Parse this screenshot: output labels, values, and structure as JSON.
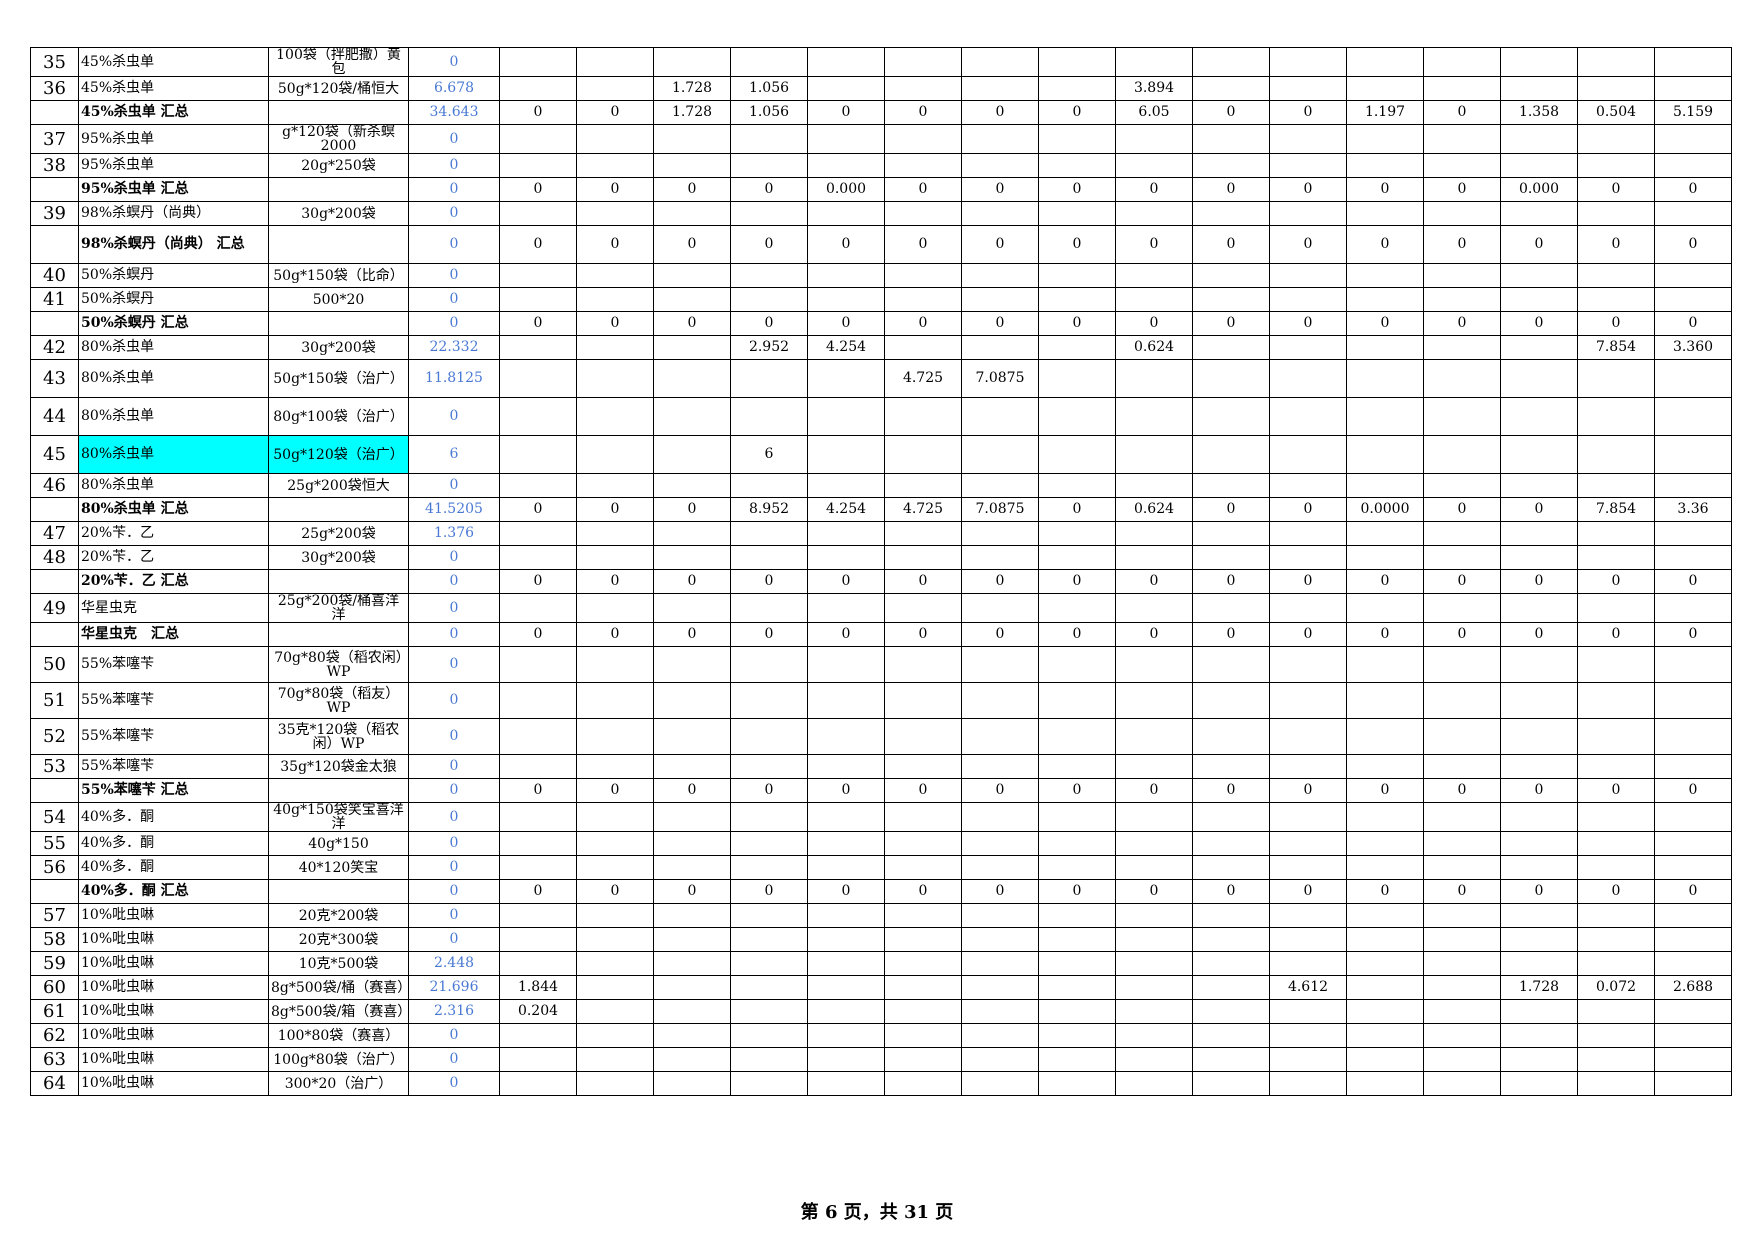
{
  "rows": [
    {
      "h": 26,
      "no": "35",
      "name": "45%杀虫单",
      "spec": "100袋（拌肥撒）黄包",
      "total": "0",
      "v": [
        "",
        "",
        "",
        "",
        "",
        "",
        "",
        "",
        "",
        "",
        "",
        "",
        "",
        "",
        "",
        "",
        ""
      ]
    },
    {
      "h": 26,
      "no": "36",
      "name": "45%杀虫单",
      "spec": "50g*120袋/桶恒大",
      "total": "6.678",
      "v": [
        "",
        "",
        "1.728",
        "1.056",
        "",
        "",
        "",
        "",
        "3.894",
        "",
        "",
        "",
        "",
        "",
        "",
        "",
        ""
      ]
    },
    {
      "h": 26,
      "no": "",
      "name": "45%杀虫单 汇总",
      "spec": "",
      "total": "34.643",
      "sum": true,
      "v": [
        "0",
        "0",
        "1.728",
        "1.056",
        "0",
        "0",
        "0",
        "0",
        "6.05",
        "0",
        "0",
        "1.197",
        "0",
        "1.358",
        "0.504",
        "5.159"
      ]
    },
    {
      "h": 26,
      "no": "37",
      "name": "95%杀虫单",
      "spec": "g*120袋（新杀螟2000",
      "total": "0",
      "v": [
        "",
        "",
        "",
        "",
        "",
        "",
        "",
        "",
        "",
        "",
        "",
        "",
        "",
        "",
        "",
        "",
        ""
      ]
    },
    {
      "h": 26,
      "no": "38",
      "name": "95%杀虫单",
      "spec": "20g*250袋",
      "total": "0",
      "v": [
        "",
        "",
        "",
        "",
        "",
        "",
        "",
        "",
        "",
        "",
        "",
        "",
        "",
        "",
        "",
        "",
        ""
      ]
    },
    {
      "h": 26,
      "no": "",
      "name": "95%杀虫单 汇总",
      "spec": "",
      "total": "0",
      "sum": true,
      "v": [
        "0",
        "0",
        "0",
        "0",
        "0.000",
        "0",
        "0",
        "0",
        "0",
        "0",
        "0",
        "0",
        "0",
        "0.000",
        "0",
        "0"
      ]
    },
    {
      "h": 26,
      "no": "39",
      "name": "98%杀螟丹（尚典）",
      "spec": "30g*200袋",
      "total": "0",
      "v": [
        "",
        "",
        "",
        "",
        "",
        "",
        "",
        "",
        "",
        "",
        "",
        "",
        "",
        "",
        "",
        "",
        ""
      ]
    },
    {
      "h": 40,
      "no": "",
      "name": "98%杀螟丹（尚典） 汇总",
      "spec": "",
      "total": "0",
      "sum": true,
      "v": [
        "0",
        "0",
        "0",
        "0",
        "0",
        "0",
        "0",
        "0",
        "0",
        "0",
        "0",
        "0",
        "0",
        "0",
        "0",
        "0"
      ]
    },
    {
      "h": 26,
      "no": "40",
      "name": "50%杀螟丹",
      "spec": "50g*150袋（比命）",
      "total": "0",
      "v": [
        "",
        "",
        "",
        "",
        "",
        "",
        "",
        "",
        "",
        "",
        "",
        "",
        "",
        "",
        "",
        "",
        ""
      ]
    },
    {
      "h": 26,
      "no": "41",
      "name": "50%杀螟丹",
      "spec": "500*20",
      "total": "0",
      "v": [
        "",
        "",
        "",
        "",
        "",
        "",
        "",
        "",
        "",
        "",
        "",
        "",
        "",
        "",
        "",
        "",
        ""
      ]
    },
    {
      "h": 26,
      "no": "",
      "name": "50%杀螟丹 汇总",
      "spec": "",
      "total": "0",
      "sum": true,
      "v": [
        "0",
        "0",
        "0",
        "0",
        "0",
        "0",
        "0",
        "0",
        "0",
        "0",
        "0",
        "0",
        "0",
        "0",
        "0",
        "0"
      ]
    },
    {
      "h": 26,
      "no": "42",
      "name": "80%杀虫单",
      "spec": "30g*200袋",
      "total": "22.332",
      "v": [
        "",
        "",
        "",
        "2.952",
        "4.254",
        "",
        "",
        "",
        "0.624",
        "",
        "",
        "",
        "",
        "",
        "7.854",
        "3.360"
      ]
    },
    {
      "h": 40,
      "no": "43",
      "name": "80%杀虫单",
      "spec": "50g*150袋（治广）",
      "total": "11.8125",
      "v": [
        "",
        "",
        "",
        "",
        "",
        "4.725",
        "7.0875",
        "",
        "",
        "",
        "",
        "",
        "",
        "",
        "",
        ""
      ]
    },
    {
      "h": 40,
      "no": "44",
      "name": "80%杀虫单",
      "spec": "80g*100袋（治广）",
      "total": "0",
      "v": [
        "",
        "",
        "",
        "",
        "",
        "",
        "",
        "",
        "",
        "",
        "",
        "",
        "",
        "",
        "",
        ""
      ]
    },
    {
      "h": 40,
      "no": "45",
      "name": "80%杀虫单",
      "spec": "50g*120袋（治广）",
      "total": "6",
      "hl": true,
      "v": [
        "",
        "",
        "",
        "6",
        "",
        "",
        "",
        "",
        "",
        "",
        "",
        "",
        "",
        "",
        "",
        ""
      ]
    },
    {
      "h": 26,
      "no": "46",
      "name": "80%杀虫单",
      "spec": "25g*200袋恒大",
      "total": "0",
      "v": [
        "",
        "",
        "",
        "",
        "",
        "",
        "",
        "",
        "",
        "",
        "",
        "",
        "",
        "",
        "",
        ""
      ]
    },
    {
      "h": 26,
      "no": "",
      "name": "80%杀虫单 汇总",
      "spec": "",
      "total": "41.5205",
      "sum": true,
      "v": [
        "0",
        "0",
        "0",
        "8.952",
        "4.254",
        "4.725",
        "7.0875",
        "0",
        "0.624",
        "0",
        "0",
        "0.0000",
        "0",
        "0",
        "7.854",
        "3.36"
      ]
    },
    {
      "h": 26,
      "no": "47",
      "name": "20%苄．乙",
      "spec": "25g*200袋",
      "total": "1.376",
      "v": [
        "",
        "",
        "",
        "",
        "",
        "",
        "",
        "",
        "",
        "",
        "",
        "",
        "",
        "",
        "",
        ""
      ]
    },
    {
      "h": 26,
      "no": "48",
      "name": "20%苄．乙",
      "spec": "30g*200袋",
      "total": "0",
      "v": [
        "",
        "",
        "",
        "",
        "",
        "",
        "",
        "",
        "",
        "",
        "",
        "",
        "",
        "",
        "",
        ""
      ]
    },
    {
      "h": 26,
      "no": "",
      "name": "20%苄．乙 汇总",
      "spec": "",
      "total": "0",
      "sum": true,
      "v": [
        "0",
        "0",
        "0",
        "0",
        "0",
        "0",
        "0",
        "0",
        "0",
        "0",
        "0",
        "0",
        "0",
        "0",
        "0",
        "0"
      ]
    },
    {
      "h": 26,
      "no": "49",
      "name": "华星虫克",
      "spec": "25g*200袋/桶喜洋洋",
      "total": "0",
      "v": [
        "",
        "",
        "",
        "",
        "",
        "",
        "",
        "",
        "",
        "",
        "",
        "",
        "",
        "",
        "",
        ""
      ]
    },
    {
      "h": 26,
      "no": "",
      "name": "华星虫克　汇总",
      "spec": "",
      "total": "0",
      "sum": true,
      "v": [
        "0",
        "0",
        "0",
        "0",
        "0",
        "0",
        "0",
        "0",
        "0",
        "0",
        "0",
        "0",
        "0",
        "0",
        "0",
        "0"
      ]
    },
    {
      "h": 38,
      "no": "50",
      "name": "55%苯噻苄",
      "spec": "70g*80袋（稻农闲）WP",
      "total": "0",
      "v": [
        "",
        "",
        "",
        "",
        "",
        "",
        "",
        "",
        "",
        "",
        "",
        "",
        "",
        "",
        "",
        ""
      ]
    },
    {
      "h": 38,
      "no": "51",
      "name": "55%苯噻苄",
      "spec": "70g*80袋（稻友）WP",
      "total": "0",
      "v": [
        "",
        "",
        "",
        "",
        "",
        "",
        "",
        "",
        "",
        "",
        "",
        "",
        "",
        "",
        "",
        ""
      ]
    },
    {
      "h": 38,
      "no": "52",
      "name": "55%苯噻苄",
      "spec": "35克*120袋（稻农闲）WP",
      "total": "0",
      "v": [
        "",
        "",
        "",
        "",
        "",
        "",
        "",
        "",
        "",
        "",
        "",
        "",
        "",
        "",
        "",
        ""
      ]
    },
    {
      "h": 26,
      "no": "53",
      "name": "55%苯噻苄",
      "spec": "35g*120袋金太狼",
      "total": "0",
      "v": [
        "",
        "",
        "",
        "",
        "",
        "",
        "",
        "",
        "",
        "",
        "",
        "",
        "",
        "",
        "",
        ""
      ]
    },
    {
      "h": 26,
      "no": "",
      "name": "55%苯噻苄 汇总",
      "spec": "",
      "total": "0",
      "sum": true,
      "v": [
        "0",
        "0",
        "0",
        "0",
        "0",
        "0",
        "0",
        "0",
        "0",
        "0",
        "0",
        "0",
        "0",
        "0",
        "0",
        "0"
      ]
    },
    {
      "h": 26,
      "no": "54",
      "name": "40%多．酮",
      "spec": "40g*150袋笑宝喜洋洋",
      "total": "0",
      "v": [
        "",
        "",
        "",
        "",
        "",
        "",
        "",
        "",
        "",
        "",
        "",
        "",
        "",
        "",
        "",
        ""
      ]
    },
    {
      "h": 26,
      "no": "55",
      "name": "40%多．酮",
      "spec": "40g*150",
      "total": "0",
      "v": [
        "",
        "",
        "",
        "",
        "",
        "",
        "",
        "",
        "",
        "",
        "",
        "",
        "",
        "",
        "",
        ""
      ]
    },
    {
      "h": 26,
      "no": "56",
      "name": "40%多．酮",
      "spec": "40*120笑宝",
      "total": "0",
      "v": [
        "",
        "",
        "",
        "",
        "",
        "",
        "",
        "",
        "",
        "",
        "",
        "",
        "",
        "",
        "",
        ""
      ]
    },
    {
      "h": 26,
      "no": "",
      "name": "40%多．酮 汇总",
      "spec": "",
      "total": "0",
      "sum": true,
      "v": [
        "0",
        "0",
        "0",
        "0",
        "0",
        "0",
        "0",
        "0",
        "0",
        "0",
        "0",
        "0",
        "0",
        "0",
        "0",
        "0"
      ]
    },
    {
      "h": 26,
      "no": "57",
      "name": "10%吡虫啉",
      "spec": "20克*200袋",
      "total": "0",
      "v": [
        "",
        "",
        "",
        "",
        "",
        "",
        "",
        "",
        "",
        "",
        "",
        "",
        "",
        "",
        "",
        ""
      ]
    },
    {
      "h": 26,
      "no": "58",
      "name": "10%吡虫啉",
      "spec": "20克*300袋",
      "total": "0",
      "v": [
        "",
        "",
        "",
        "",
        "",
        "",
        "",
        "",
        "",
        "",
        "",
        "",
        "",
        "",
        "",
        ""
      ]
    },
    {
      "h": 26,
      "no": "59",
      "name": "10%吡虫啉",
      "spec": "10克*500袋",
      "total": "2.448",
      "v": [
        "",
        "",
        "",
        "",
        "",
        "",
        "",
        "",
        "",
        "",
        "",
        "",
        "",
        "",
        "",
        ""
      ]
    },
    {
      "h": 26,
      "no": "60",
      "name": "10%吡虫啉",
      "spec": "8g*500袋/桶（赛喜）",
      "total": "21.696",
      "v": [
        "1.844",
        "",
        "",
        "",
        "",
        "",
        "",
        "",
        "",
        "",
        "4.612",
        "",
        "",
        "1.728",
        "0.072",
        "2.688"
      ]
    },
    {
      "h": 26,
      "no": "61",
      "name": "10%吡虫啉",
      "spec": "8g*500袋/箱（赛喜）",
      "total": "2.316",
      "v": [
        "0.204",
        "",
        "",
        "",
        "",
        "",
        "",
        "",
        "",
        "",
        "",
        "",
        "",
        "",
        "",
        ""
      ]
    },
    {
      "h": 26,
      "no": "62",
      "name": "10%吡虫啉",
      "spec": "100*80袋（赛喜）",
      "total": "0",
      "v": [
        "",
        "",
        "",
        "",
        "",
        "",
        "",
        "",
        "",
        "",
        "",
        "",
        "",
        "",
        "",
        ""
      ]
    },
    {
      "h": 26,
      "no": "63",
      "name": "10%吡虫啉",
      "spec": "100g*80袋（治广）",
      "total": "0",
      "v": [
        "",
        "",
        "",
        "",
        "",
        "",
        "",
        "",
        "",
        "",
        "",
        "",
        "",
        "",
        "",
        ""
      ]
    },
    {
      "h": 26,
      "no": "64",
      "name": "10%吡虫啉",
      "spec": "300*20（治广）",
      "total": "0",
      "v": [
        "",
        "",
        "",
        "",
        "",
        "",
        "",
        "",
        "",
        "",
        "",
        "",
        "",
        "",
        "",
        ""
      ]
    }
  ],
  "footer": {
    "text": "第 6 页，共 31 页"
  }
}
